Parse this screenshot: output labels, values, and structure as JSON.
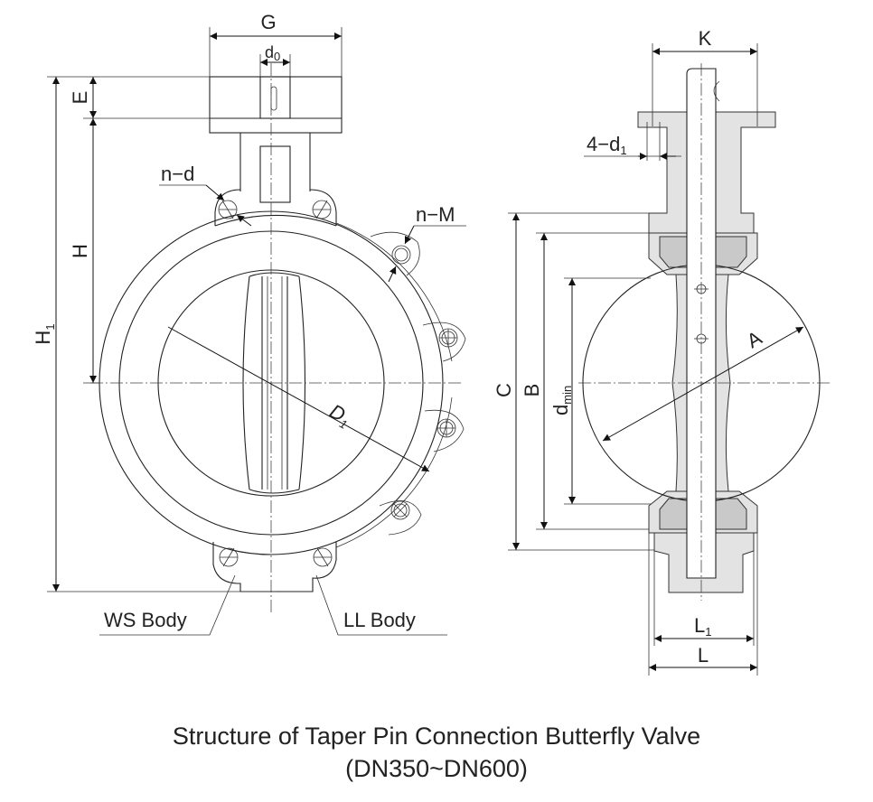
{
  "caption": {
    "title": "Structure of Taper Pin Connection Butterfly Valve",
    "range": "(DN350~DN600)"
  },
  "front_view": {
    "dimensions": {
      "G": "G",
      "d0_main": "d",
      "d0_sub": "0",
      "E": "E",
      "H": "H",
      "H1_main": "H",
      "H1_sub": "1",
      "D1_main": "D",
      "D1_sub": "1",
      "n_d": "n−d",
      "n_M": "n−M"
    },
    "callouts": {
      "ws_body": "WS Body",
      "ll_body": "LL Body"
    }
  },
  "side_view": {
    "dimensions": {
      "K": "K",
      "four_d1_main": "4−d",
      "four_d1_sub": "1",
      "C": "C",
      "B": "B",
      "dmin_main": "d",
      "dmin_sub": "min",
      "A": "A",
      "L1_main": "L",
      "L1_sub": "1",
      "L": "L"
    }
  },
  "colors": {
    "line": "#222222",
    "body_shade": "#e3e3e3",
    "seat_shade": "#c9c9c9"
  }
}
